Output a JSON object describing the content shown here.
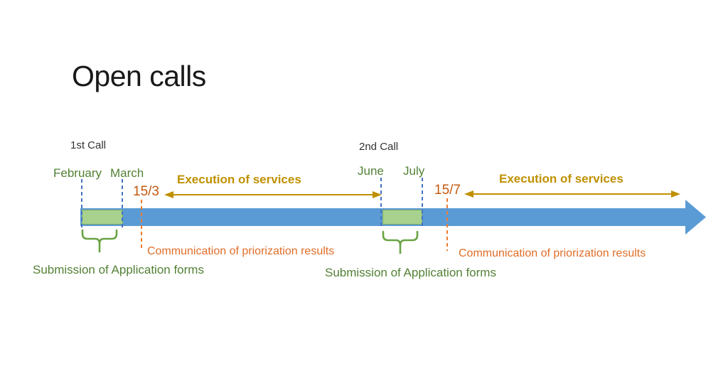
{
  "title": "Open calls",
  "calls": [
    {
      "name": "1st Call",
      "start_month": "February",
      "end_month": "March",
      "result_date": "15/3",
      "execution_label": "Execution of services",
      "communication_label": "Communication of priorization results",
      "submission_label": "Submission of Application forms"
    },
    {
      "name": "2nd Call",
      "start_month": "June",
      "end_month": "July",
      "result_date": "15/7",
      "execution_label": "Execution of services",
      "communication_label": "Communication of priorization results",
      "submission_label": "Submission of Application forms"
    }
  ],
  "colors": {
    "timeline_blue": "#5B9BD5",
    "segment_green": "#A9D18E",
    "dash_blue": "#4472C4",
    "dash_orange": "#ED7D31",
    "comm_orange": "#E06E28",
    "date_orange": "#C55A11",
    "execution_gold": "#BF9000",
    "text_green": "#538135",
    "brace_green": "#69A344"
  }
}
